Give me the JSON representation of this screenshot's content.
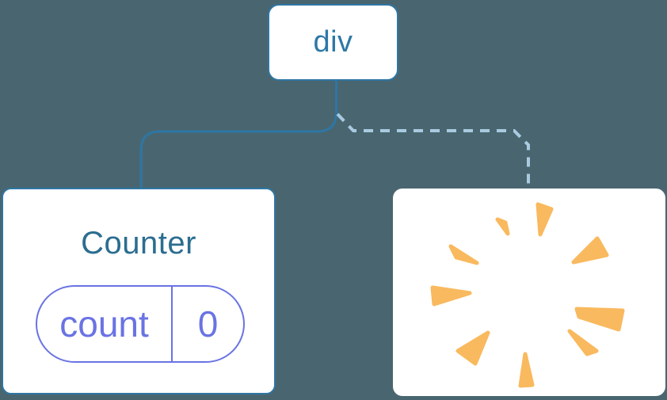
{
  "diagram": {
    "description": "React component tree: root div keeps Counter (solid edge) and removes a second child with a poof effect (dashed edge)",
    "root": {
      "label": "div"
    },
    "counter": {
      "title": "Counter",
      "state": {
        "key": "count",
        "value": "0"
      }
    },
    "removed": {
      "icon": "poof-burst-icon"
    },
    "edges": [
      {
        "from": "div",
        "to": "Counter",
        "style": "solid"
      },
      {
        "from": "div",
        "to": "removed-child",
        "style": "dashed"
      }
    ]
  },
  "colors": {
    "background": "#496670",
    "card_background": "#FFFFFF",
    "node_border": "#2E76A4",
    "node_text": "#2E78A6",
    "title_text": "#2B6D90",
    "state_accent": "#6A73E3",
    "edge_solid": "#2E76A4",
    "edge_dashed": "#A9CAE0",
    "poof_orange": "#F9B95E"
  }
}
